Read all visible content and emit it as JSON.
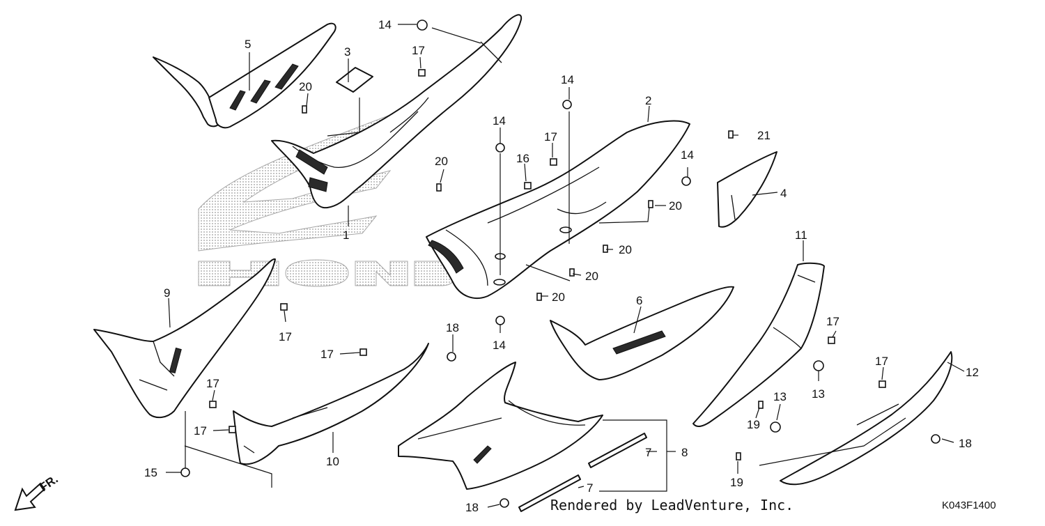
{
  "diagram": {
    "footer_credit": "Rendered by LeadVenture, Inc.",
    "diagram_code": "K043F1400",
    "direction_label": "FR.",
    "watermark_text": "HONDA",
    "colors": {
      "line": "#111111",
      "background": "#ffffff",
      "watermark": "#888888"
    },
    "callouts": [
      {
        "id": "c1",
        "text": "1"
      },
      {
        "id": "c2",
        "text": "2"
      },
      {
        "id": "c3",
        "text": "3"
      },
      {
        "id": "c4",
        "text": "4"
      },
      {
        "id": "c5",
        "text": "5"
      },
      {
        "id": "c6",
        "text": "6"
      },
      {
        "id": "c7a",
        "text": "7"
      },
      {
        "id": "c7b",
        "text": "7"
      },
      {
        "id": "c8",
        "text": "8"
      },
      {
        "id": "c9",
        "text": "9"
      },
      {
        "id": "c10",
        "text": "10"
      },
      {
        "id": "c11",
        "text": "11"
      },
      {
        "id": "c12",
        "text": "12"
      },
      {
        "id": "c13a",
        "text": "13"
      },
      {
        "id": "c13b",
        "text": "13"
      },
      {
        "id": "c14a",
        "text": "14"
      },
      {
        "id": "c14b",
        "text": "14"
      },
      {
        "id": "c14c",
        "text": "14"
      },
      {
        "id": "c14d",
        "text": "14"
      },
      {
        "id": "c14e",
        "text": "14"
      },
      {
        "id": "c15",
        "text": "15"
      },
      {
        "id": "c16",
        "text": "16"
      },
      {
        "id": "c17a",
        "text": "17"
      },
      {
        "id": "c17b",
        "text": "17"
      },
      {
        "id": "c17c",
        "text": "17"
      },
      {
        "id": "c17d",
        "text": "17"
      },
      {
        "id": "c17e",
        "text": "17"
      },
      {
        "id": "c17f",
        "text": "17"
      },
      {
        "id": "c17g",
        "text": "17"
      },
      {
        "id": "c17h",
        "text": "17"
      },
      {
        "id": "c18a",
        "text": "18"
      },
      {
        "id": "c18b",
        "text": "18"
      },
      {
        "id": "c18c",
        "text": "18"
      },
      {
        "id": "c19a",
        "text": "19"
      },
      {
        "id": "c19b",
        "text": "19"
      },
      {
        "id": "c20a",
        "text": "20"
      },
      {
        "id": "c20b",
        "text": "20"
      },
      {
        "id": "c20c",
        "text": "20"
      },
      {
        "id": "c20d",
        "text": "20"
      },
      {
        "id": "c20e",
        "text": "20"
      },
      {
        "id": "c20f",
        "text": "20"
      },
      {
        "id": "c21",
        "text": "21"
      }
    ]
  }
}
